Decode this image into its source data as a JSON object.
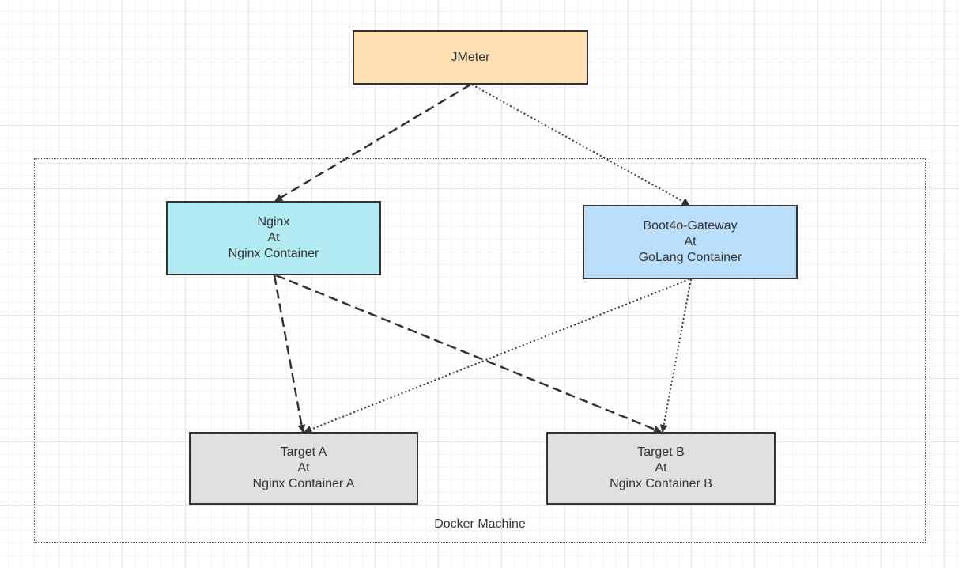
{
  "diagram": {
    "container": {
      "label": "Docker Machine"
    },
    "nodes": {
      "jmeter": {
        "line1": "JMeter",
        "fill": "#ffe0b2"
      },
      "nginx": {
        "line1": "Nginx",
        "line2": "At",
        "line3": "Nginx Container",
        "fill": "#b2ebf2"
      },
      "gateway": {
        "line1": "Boot4o-Gateway",
        "line2": "At",
        "line3": "GoLang Container",
        "fill": "#bbdefb"
      },
      "target_a": {
        "line1": "Target A",
        "line2": "At",
        "line3": "Nginx Container A",
        "fill": "#e0e0e0"
      },
      "target_b": {
        "line1": "Target B",
        "line2": "At",
        "line3": "Nginx Container B",
        "fill": "#e0e0e0"
      }
    },
    "edges": [
      {
        "from": "jmeter",
        "to": "nginx",
        "style": "dashed"
      },
      {
        "from": "jmeter",
        "to": "gateway",
        "style": "dotted"
      },
      {
        "from": "nginx",
        "to": "target_a",
        "style": "dashed"
      },
      {
        "from": "nginx",
        "to": "target_b",
        "style": "dashed"
      },
      {
        "from": "gateway",
        "to": "target_a",
        "style": "dotted"
      },
      {
        "from": "gateway",
        "to": "target_b",
        "style": "dotted"
      }
    ],
    "colors": {
      "stroke": "#333333",
      "grid": "#e4e4e4"
    }
  }
}
